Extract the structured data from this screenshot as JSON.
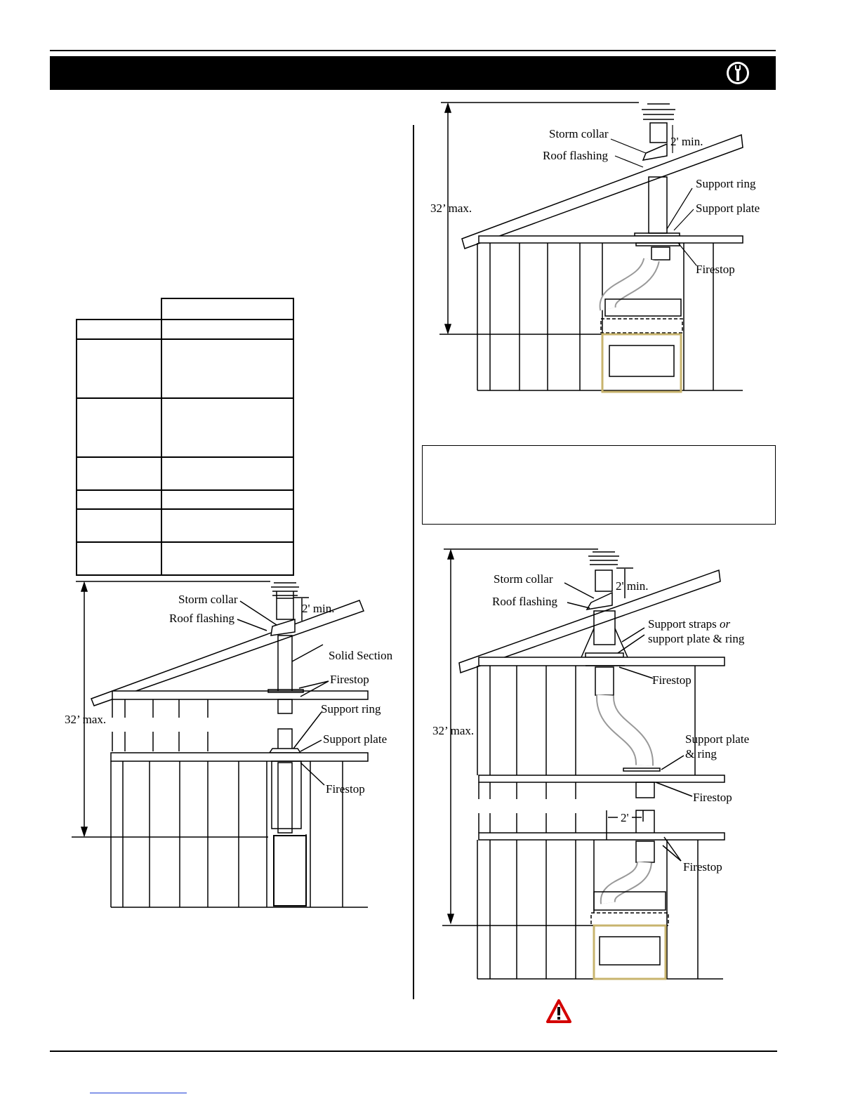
{
  "labels": {
    "storm_collar": "Storm collar",
    "roof_flashing": "Roof flashing",
    "two_ft_min": "2' min.",
    "support_ring": "Support ring",
    "support_plate": "Support plate",
    "firestop": "Firestop",
    "max_height": "32’ max.",
    "solid_section": "Solid Section",
    "support_straps_line1": "Support straps",
    "support_straps_or": "or",
    "support_straps_line2": "support plate & ring",
    "support_plate_ring_line1": "Support plate",
    "support_plate_ring_line2": "& ring",
    "two_ft": "2'"
  },
  "colors": {
    "header": "#000000",
    "warning": "#d40000",
    "link": "#1a3ad6"
  },
  "icons": {
    "header": "wrench-icon",
    "warning": "warning-triangle-icon"
  }
}
